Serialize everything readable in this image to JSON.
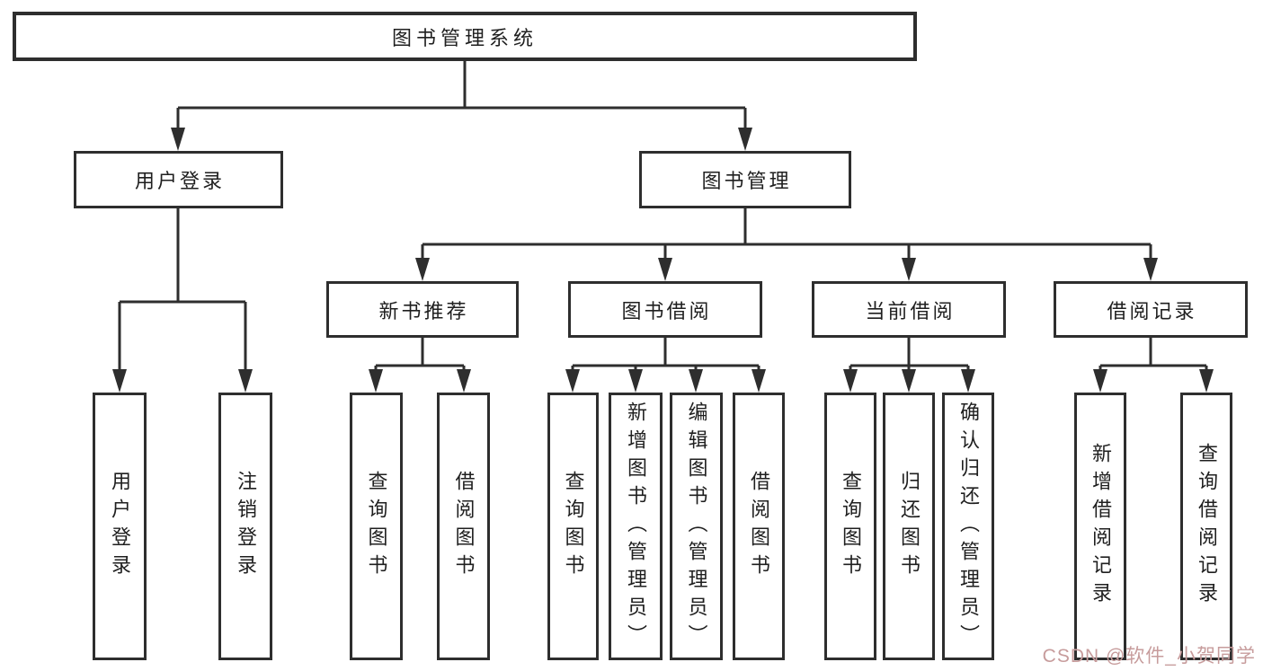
{
  "tree": {
    "label": "图书管理系统",
    "children": [
      {
        "label": "用户登录",
        "children": [
          {
            "label": "用户登录"
          },
          {
            "label": "注销登录"
          }
        ]
      },
      {
        "label": "图书管理",
        "children": [
          {
            "label": "新书推荐",
            "children": [
              {
                "label": "查询图书"
              },
              {
                "label": "借阅图书"
              }
            ]
          },
          {
            "label": "图书借阅",
            "children": [
              {
                "label": "查询图书"
              },
              {
                "label": "新增图书（管理员）"
              },
              {
                "label": "编辑图书（管理员）"
              },
              {
                "label": "借阅图书"
              }
            ]
          },
          {
            "label": "当前借阅",
            "children": [
              {
                "label": "查询图书"
              },
              {
                "label": "归还图书"
              },
              {
                "label": "确认归还（管理员）"
              }
            ]
          },
          {
            "label": "借阅记录",
            "children": [
              {
                "label": "新增借阅记录"
              },
              {
                "label": "查询借阅记录"
              }
            ]
          }
        ]
      }
    ]
  },
  "watermark": {
    "text": "CSDN @软件_小贺同学"
  },
  "colors": {
    "line": "#2e2e2e",
    "text": "#1f1f1f",
    "watermark": "#c79c9c",
    "background": "#ffffff"
  }
}
